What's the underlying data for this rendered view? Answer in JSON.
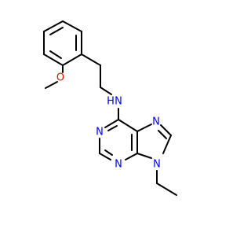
{
  "molecule": {
    "atoms": {
      "methoxy_oxygen": "O",
      "amine_n": "N",
      "amine_h": "H",
      "pyrimidine_n1": "N",
      "pyrimidine_n3": "N",
      "imidazole_n7": "N",
      "imidazole_n9": "N"
    },
    "colors": {
      "bond": "#000000",
      "oxygen": "#ff0000",
      "nitrogen": "#0000ff"
    }
  }
}
